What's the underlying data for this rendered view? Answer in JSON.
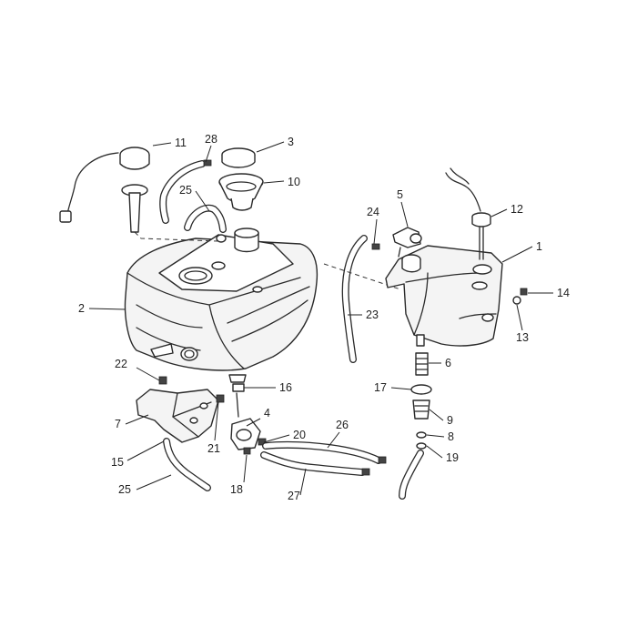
{
  "callouts": [
    {
      "id": "1",
      "text": "1"
    },
    {
      "id": "2",
      "text": "2"
    },
    {
      "id": "3",
      "text": "3"
    },
    {
      "id": "4",
      "text": "4"
    },
    {
      "id": "5",
      "text": "5"
    },
    {
      "id": "6",
      "text": "6"
    },
    {
      "id": "7",
      "text": "7"
    },
    {
      "id": "8",
      "text": "8"
    },
    {
      "id": "9",
      "text": "9"
    },
    {
      "id": "10",
      "text": "10"
    },
    {
      "id": "11",
      "text": "11"
    },
    {
      "id": "12",
      "text": "12"
    },
    {
      "id": "13",
      "text": "13"
    },
    {
      "id": "14",
      "text": "14"
    },
    {
      "id": "15",
      "text": "15"
    },
    {
      "id": "16",
      "text": "16"
    },
    {
      "id": "17",
      "text": "17"
    },
    {
      "id": "18",
      "text": "18"
    },
    {
      "id": "19",
      "text": "19"
    },
    {
      "id": "20",
      "text": "20"
    },
    {
      "id": "21",
      "text": "21"
    },
    {
      "id": "22",
      "text": "22"
    },
    {
      "id": "23",
      "text": "23"
    },
    {
      "id": "24",
      "text": "24"
    },
    {
      "id": "25a",
      "text": "25"
    },
    {
      "id": "25b",
      "text": "25"
    },
    {
      "id": "26",
      "text": "26"
    },
    {
      "id": "27",
      "text": "27"
    },
    {
      "id": "28",
      "text": "28"
    }
  ]
}
